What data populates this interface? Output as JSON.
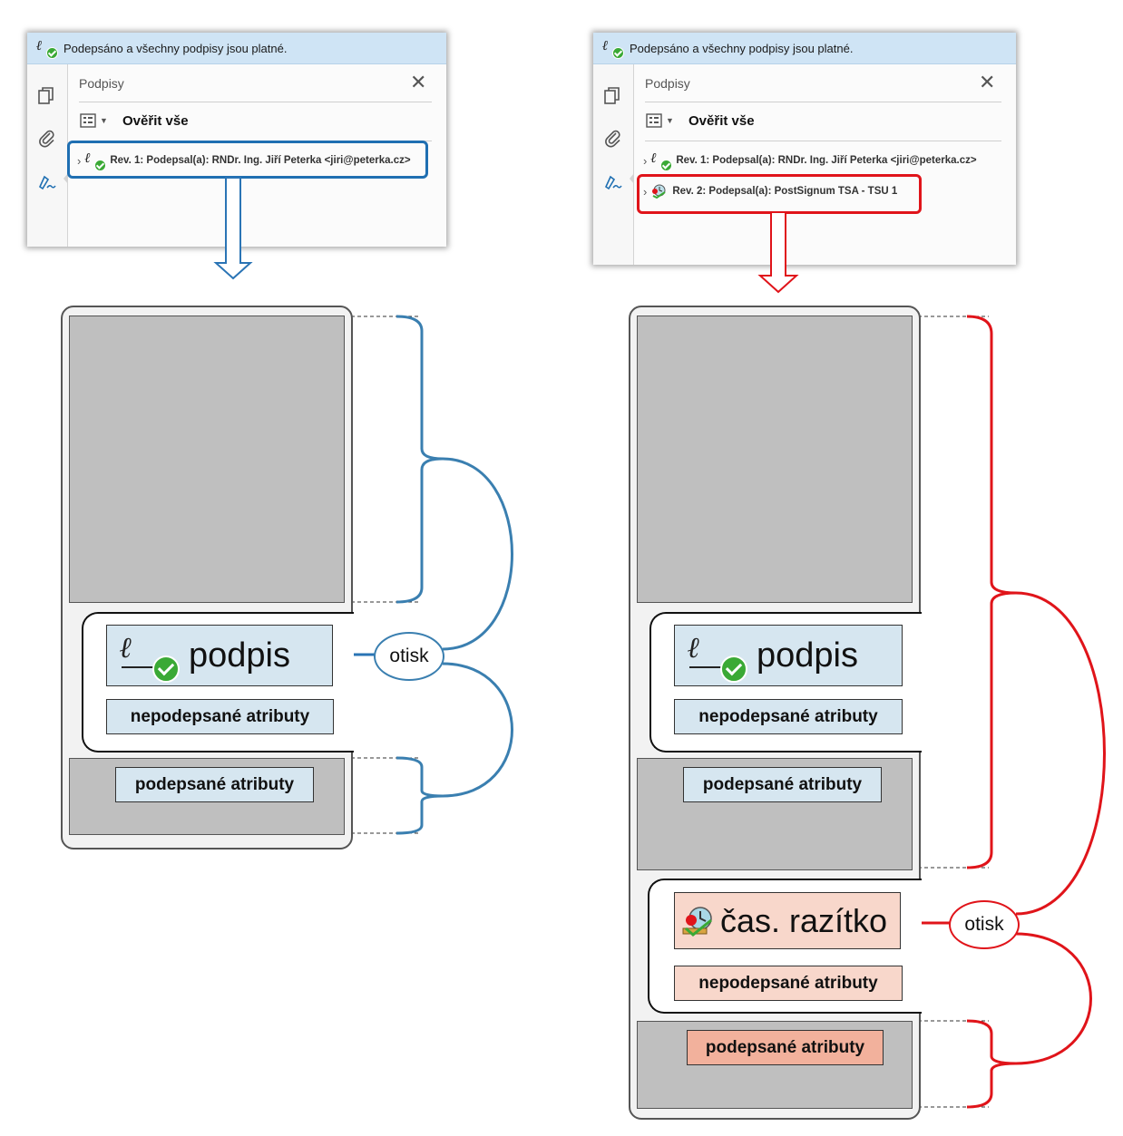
{
  "left_panel": {
    "banner_text": "Podepsáno a všechny podpisy jsou platné.",
    "panel_title": "Podpisy",
    "close_label": "✕",
    "verify_all_label": "Ověřit vše",
    "signatures": [
      {
        "label": "Rev. 1: Podepsal(a): RNDr. Ing. Jiří Peterka <jiri@peterka.cz>",
        "icon": "signature-valid-icon",
        "highlighted": true
      }
    ],
    "highlight_color": "#1f6fb2"
  },
  "right_panel": {
    "banner_text": "Podepsáno a všechny podpisy jsou platné.",
    "panel_title": "Podpisy",
    "close_label": "✕",
    "verify_all_label": "Ověřit vše",
    "signatures": [
      {
        "label": "Rev. 1: Podepsal(a): RNDr. Ing. Jiří Peterka <jiri@peterka.cz>",
        "icon": "signature-valid-icon",
        "highlighted": false
      },
      {
        "label": "Rev. 2: Podepsal(a): PostSignum TSA - TSU 1",
        "icon": "timestamp-icon",
        "highlighted": true
      }
    ],
    "highlight_color": "#e0141a"
  },
  "left_diagram": {
    "signature_label": "podpis",
    "unsigned_attributes_label": "nepodepsané atributy",
    "signed_attributes_label": "podepsané atributy",
    "digest_label": "otisk",
    "accent_color": "#3a7fb0"
  },
  "right_diagram": {
    "signature_label": "podpis",
    "unsigned_attributes_label": "nepodepsané atributy",
    "signed_attributes_label": "podepsané atributy",
    "timestamp_label": "čas. razítko",
    "ts_unsigned_attributes_label": "nepodepsané atributy",
    "ts_signed_attributes_label": "podepsané atributy",
    "digest_label": "otisk",
    "accent_color": "#e0141a"
  }
}
